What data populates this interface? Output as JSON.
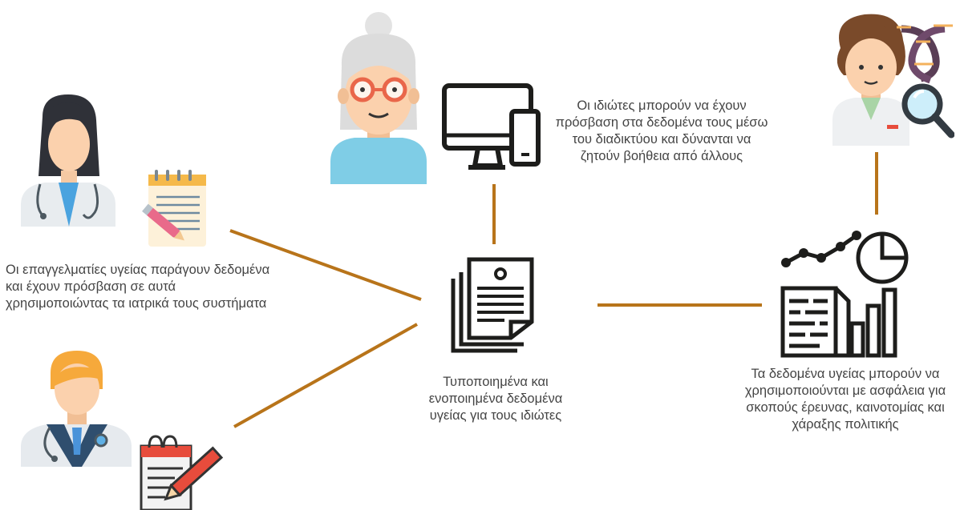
{
  "diagram": {
    "connector_color": "#b8741a",
    "captions": {
      "professionals": "Οι επαγγελματίες υγείας παράγουν δεδομένα και έχουν πρόσβαση σε αυτά χρησιμοποιώντας τα ιατρικά τους συστήματα",
      "individuals": "Οι ιδιώτες μπορούν να έχουν πρόσβαση στα δεδομένα τους μέσω του διαδικτύου και δύνανται να ζητούν βοήθεια από άλλους",
      "center": "Τυποποιημένα και ενοποιημένα δεδομένα υγείας για τους ιδιώτες",
      "research": "Τα δεδομένα υγείας μπορούν να χρησιμοποιούνται με ασφάλεια για σκοπούς έρευνας, καινοτομίας και χάραξης πολιτικής"
    },
    "icons": [
      "female-doctor-icon",
      "notepad-icon",
      "male-doctor-icon",
      "clipboard-pen-icon",
      "elderly-woman-icon",
      "computer-phone-icon",
      "documents-stack-icon",
      "scientist-icon",
      "dna-magnifier-icon",
      "analytics-icon"
    ]
  }
}
